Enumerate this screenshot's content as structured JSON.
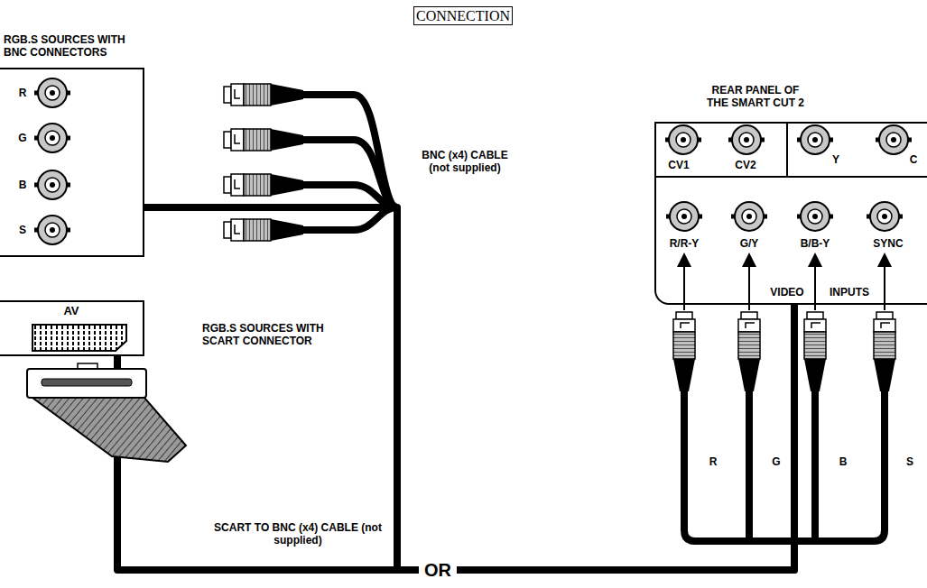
{
  "diagram": {
    "title": "CONNECTION",
    "nodes": [
      {
        "text": [
          "RGB.S SOURCES WITH BNC CONNECTORS"
        ]
      },
      {
        "text": [
          "AV",
          "RGB.S SOURCES WITH SCART CONNECTOR"
        ]
      },
      {
        "text": [
          "REAR PANEL OF THE SMART CUT 2"
        ]
      }
    ],
    "edges": [
      {
        "from": 0,
        "to": 2,
        "arrow": "none",
        "label": "BNC (x4) CABLE (not supplied)"
      },
      {
        "from": 1,
        "to": 2,
        "arrow": "none",
        "label": "SCART TO BNC (x4) CABLE (not supplied)"
      }
    ],
    "labels": [
      "R",
      "G",
      "B",
      "S",
      "OR",
      "CV1",
      "CV2",
      "Y",
      "C",
      "R/R-Y",
      "G/Y",
      "B/B-Y",
      "SYNC",
      "VIDEO",
      "INPUTS",
      "R",
      "G",
      "B",
      "S"
    ]
  }
}
